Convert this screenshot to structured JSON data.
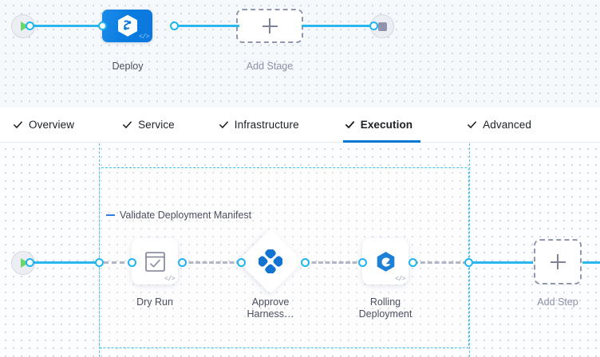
{
  "stage_graph": {
    "start_node": {
      "name": "pipeline-start",
      "icon": "play-icon"
    },
    "end_node": {
      "name": "pipeline-end",
      "icon": "stop-icon"
    },
    "stages": [
      {
        "label": "Deploy",
        "icon": "harness-hexagon-icon",
        "badge": "</>",
        "selected": true
      }
    ],
    "add_stage": {
      "label": "Add Stage",
      "icon": "plus-icon"
    }
  },
  "tabs": {
    "items": [
      {
        "label": "Overview",
        "icon": "check-icon",
        "active": false
      },
      {
        "label": "Service",
        "icon": "check-icon",
        "active": false
      },
      {
        "label": "Infrastructure",
        "icon": "check-icon",
        "active": false
      },
      {
        "label": "Execution",
        "icon": "check-icon",
        "active": true
      },
      {
        "label": "Advanced",
        "icon": "check-icon",
        "active": false
      }
    ],
    "active_accent": "#0278d4"
  },
  "execution_graph": {
    "start_node": {
      "name": "execution-start",
      "icon": "play-icon"
    },
    "group": {
      "title": "Validate Deployment Manifest",
      "collapse_icon": "minus-icon",
      "border_color": "#3cc3ed"
    },
    "steps": [
      {
        "label": "Dry Run",
        "icon": "checklist-icon",
        "badge": "</>",
        "shape": "rounded-square"
      },
      {
        "label": "Approve\nHarness…",
        "icon": "approval-clover-icon",
        "badge": "",
        "shape": "diamond"
      },
      {
        "label": "Rolling\nDeployment",
        "icon": "rolling-deployment-icon",
        "badge": "</>",
        "shape": "rounded-square"
      }
    ],
    "add_step": {
      "label": "Add Step",
      "icon": "plus-icon"
    }
  },
  "colors": {
    "link_blue": "#2bb6ee",
    "port_blue": "#20b4f0",
    "stage_blue": "#0a7ce0",
    "group_dash": "#3cc3ed",
    "canvas_top": "#f5f9fc",
    "canvas_bottom": "#fcfdfe"
  }
}
